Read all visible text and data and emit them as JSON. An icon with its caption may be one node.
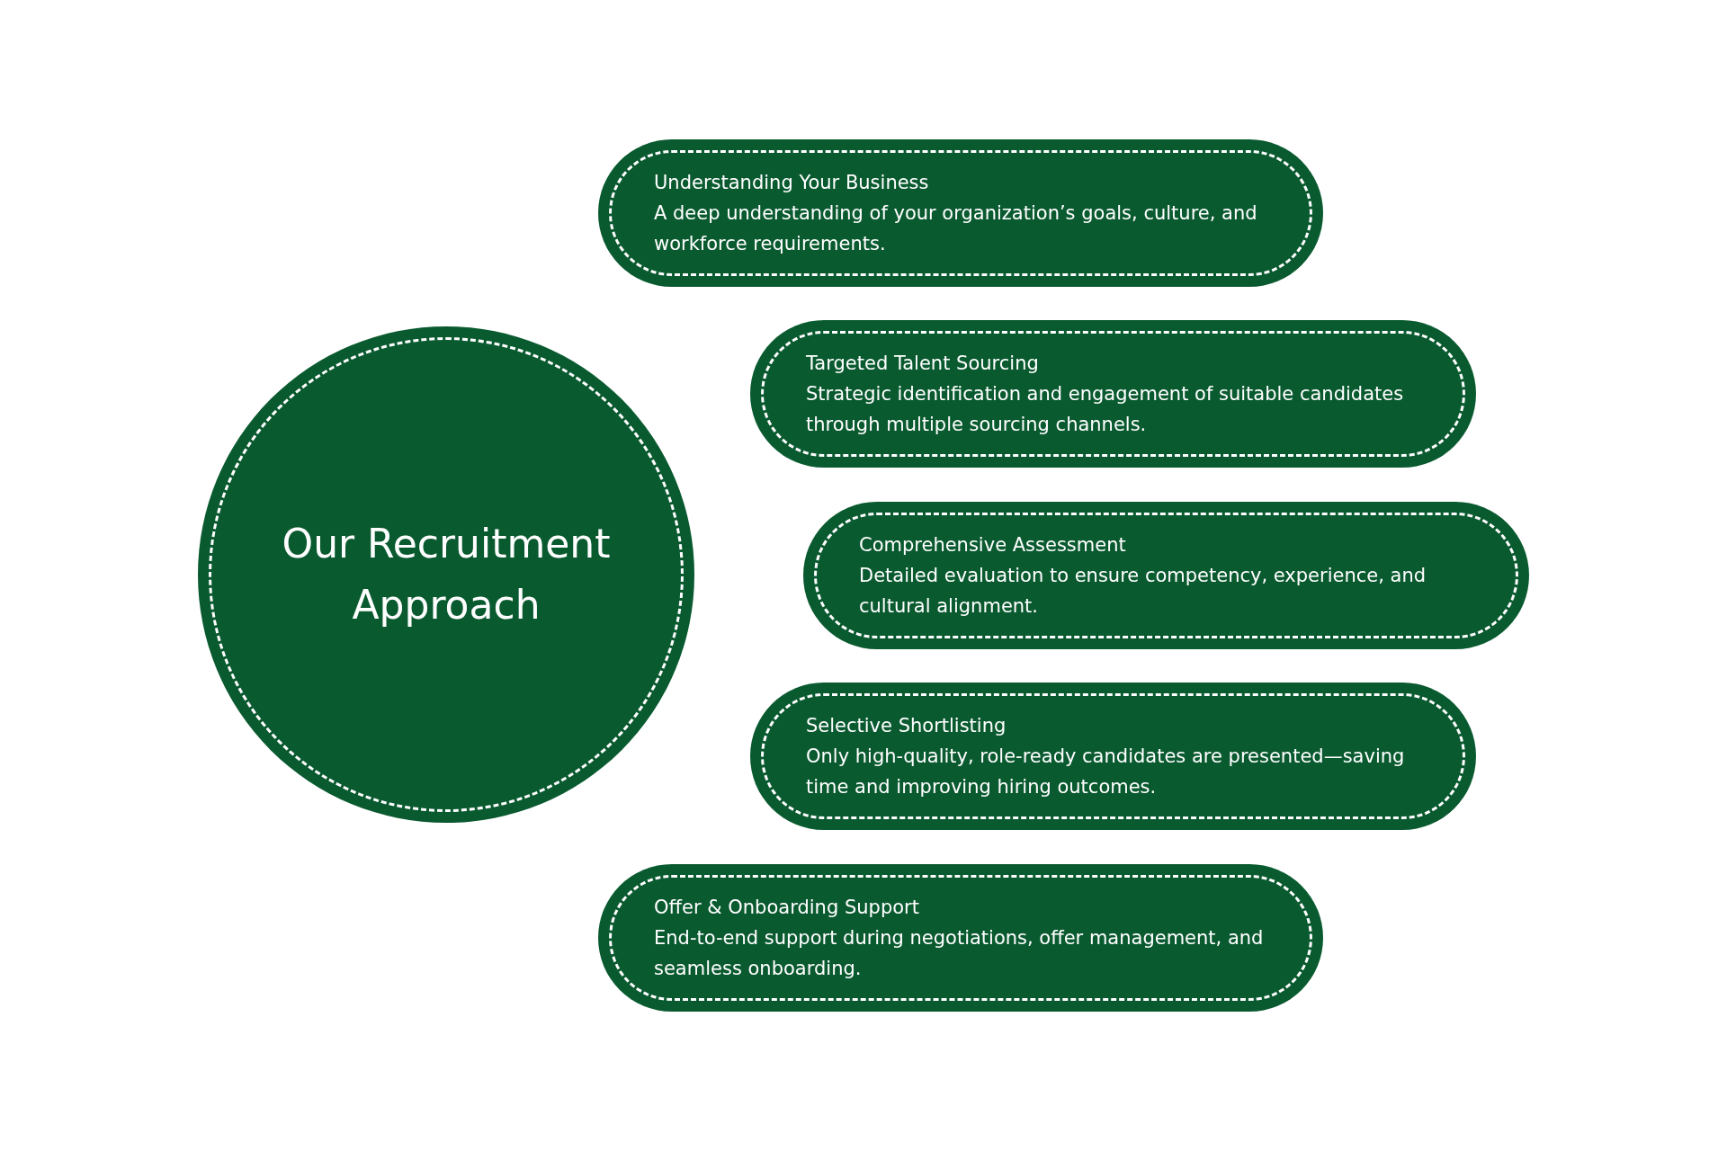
{
  "diagram": {
    "nodes": [
      {
        "text": [
          "Our Recruitment Approach"
        ]
      },
      {
        "text": [
          "Understanding Your Business",
          "A deep understanding of your organization’s goals, culture, and workforce requirements."
        ]
      },
      {
        "text": [
          "Targeted Talent Sourcing",
          "Strategic identification and engagement of suitable candidates through multiple sourcing channels."
        ]
      },
      {
        "text": [
          "Comprehensive Assessment",
          "Detailed evaluation to ensure competency, experience, and cultural alignment."
        ]
      },
      {
        "text": [
          "Selective Shortlisting",
          "Only high-quality, role-ready candidates are presented—saving time and improving hiring outcomes."
        ]
      },
      {
        "text": [
          "Offer & Onboarding Support",
          "End-to-end support during negotiations, offer management, and seamless onboarding."
        ]
      }
    ]
  }
}
